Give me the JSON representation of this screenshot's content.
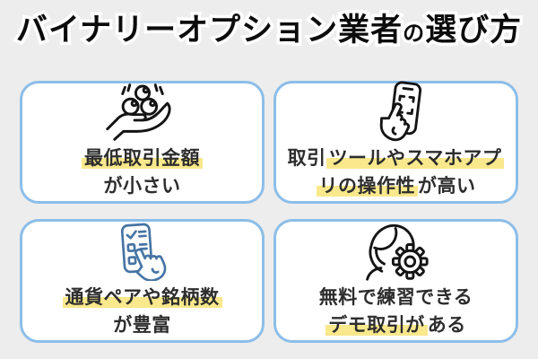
{
  "title": {
    "part1": "バイナリーオプション業者",
    "particle": "の",
    "part2": "選び方"
  },
  "colors": {
    "background": "#EDEDED",
    "card_bg": "#FFFFFF",
    "card_border": "#8CBEE9",
    "highlight": "#F9E88C",
    "title_text": "#0C0C0C",
    "body_text": "#2D2D2D",
    "icon_dark": "#141414",
    "icon_blue": "#4674A4"
  },
  "cards": [
    {
      "id": "min-trade-amount",
      "icon": "hand-receiving-coins-icon",
      "lines": [
        {
          "segs": [
            {
              "t": "最低取引金額",
              "hl": true
            }
          ]
        },
        {
          "segs": [
            {
              "t": "が小さい",
              "hl": false
            }
          ]
        }
      ]
    },
    {
      "id": "tools-usability",
      "icon": "smartphone-tap-icon",
      "lines": [
        {
          "segs": [
            {
              "t": "取引",
              "hl": false
            },
            {
              "t": "ツールやスマホアプ",
              "hl": true
            }
          ]
        },
        {
          "segs": [
            {
              "t": "リの操作性",
              "hl": true
            },
            {
              "t": "が高い",
              "hl": false
            }
          ]
        }
      ]
    },
    {
      "id": "currency-pairs",
      "icon": "checklist-tap-icon",
      "lines": [
        {
          "segs": [
            {
              "t": "通貨ペアや銘柄数",
              "hl": true
            }
          ]
        },
        {
          "segs": [
            {
              "t": "が豊富",
              "hl": false
            }
          ]
        }
      ]
    },
    {
      "id": "demo-trading",
      "icon": "woman-gear-icon",
      "lines": [
        {
          "segs": [
            {
              "t": "無料で練習できる",
              "hl": false
            }
          ]
        },
        {
          "segs": [
            {
              "t": "デモ取引が",
              "hl": true
            },
            {
              "t": "ある",
              "hl": false
            }
          ]
        }
      ]
    }
  ]
}
